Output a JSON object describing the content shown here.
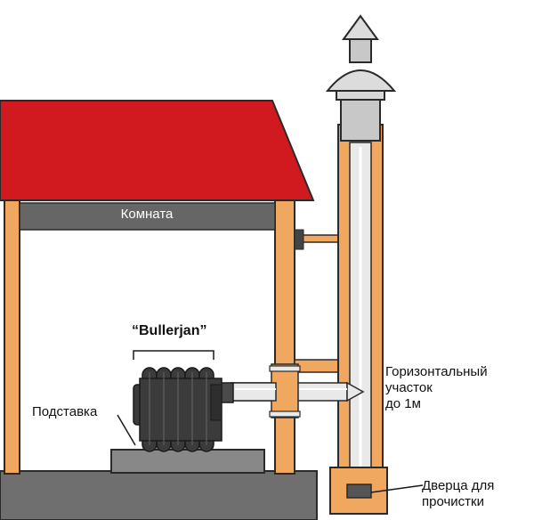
{
  "labels": {
    "room": "Комната",
    "stove": "“Bullerjan”",
    "stand": "Подставка",
    "horizontal_section": [
      "Горизонтальный",
      "участок",
      "до 1м"
    ],
    "cleanout_door": [
      "Дверца для",
      "прочистки"
    ]
  },
  "colors": {
    "roof": "#d11a1f",
    "wood": "#f0a860",
    "wood_outline": "#2a2a2a",
    "ceiling": "#666666",
    "ground": "#6f6f6f",
    "stove": "#3b3b3b",
    "pipe_fill": "#e9e9e9",
    "cap": "#c8c8c8"
  },
  "icons": [
    "stove-icon",
    "chimney-cap-icon",
    "cleanout-door-icon",
    "arrow-icon"
  ]
}
